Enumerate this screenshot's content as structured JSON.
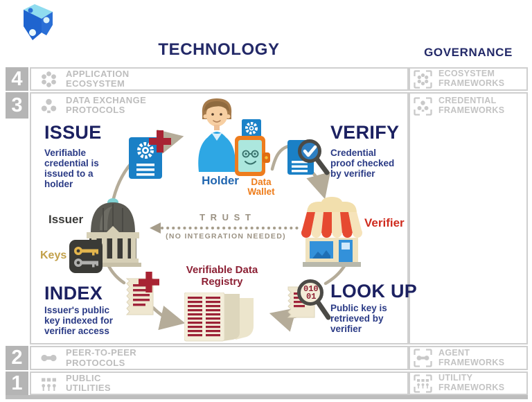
{
  "logo": {
    "name": "trust-over-ip-logo"
  },
  "headers": {
    "technology": "TECHNOLOGY",
    "governance": "GOVERNANCE"
  },
  "layers": [
    {
      "number": "4",
      "technology": "APPLICATION\nECOSYSTEM",
      "governance": "ECOSYSTEM\nFRAMEWORKS"
    },
    {
      "number": "3",
      "technology": "DATA EXCHANGE\nPROTOCOLS",
      "governance": "CREDENTIAL\nFRAMEWORKS"
    },
    {
      "number": "2",
      "technology": "PEER-TO-PEER\nPROTOCOLS",
      "governance": "AGENT\nFRAMEWORKS"
    },
    {
      "number": "1",
      "technology": "PUBLIC\nUTILITIES",
      "governance": "UTILITY\nFRAMEWORKS"
    }
  ],
  "diagram": {
    "issue": {
      "title": "ISSUE",
      "description": "Verifiable\ncredential is\nissued to a\nholder"
    },
    "verify": {
      "title": "VERIFY",
      "description": "Credential\nproof checked\nby verifier"
    },
    "index": {
      "title": "INDEX",
      "description": "Issuer's public\nkey indexed for\nverifier access"
    },
    "lookup": {
      "title": "LOOK UP",
      "description": "Public key is\nretrieved by\nverifier",
      "glass_line1": "010",
      "glass_line2": "01"
    },
    "holder": {
      "label": "Holder"
    },
    "wallet": {
      "label": "Data\nWallet"
    },
    "issuer": {
      "label": "Issuer"
    },
    "keys": {
      "label": "Keys"
    },
    "verifier": {
      "label": "Verifier"
    },
    "registry": {
      "label": "Verifiable Data\nRegistry"
    },
    "trust": {
      "title": "T R U S T",
      "subtitle": "(NO INTEGRATION NEEDED)"
    }
  },
  "colors": {
    "navy": "#1c2161",
    "body_navy": "#2a3a85",
    "credential_blue": "#1a80c6",
    "holder_blue": "#2ea7e4",
    "holder_label_blue": "#2166b0",
    "orange": "#ee7c1a",
    "verifier_red": "#cf2b1e",
    "registry_dark_red": "#8c2034",
    "plus_crimson": "#a82333",
    "keys_gold": "#c2a04a",
    "arrow_tan": "#b5ac99",
    "layer_gray": "#bdbdbd",
    "trust_gray": "#9b9283",
    "number_block_gray": "#b5b5b5"
  }
}
